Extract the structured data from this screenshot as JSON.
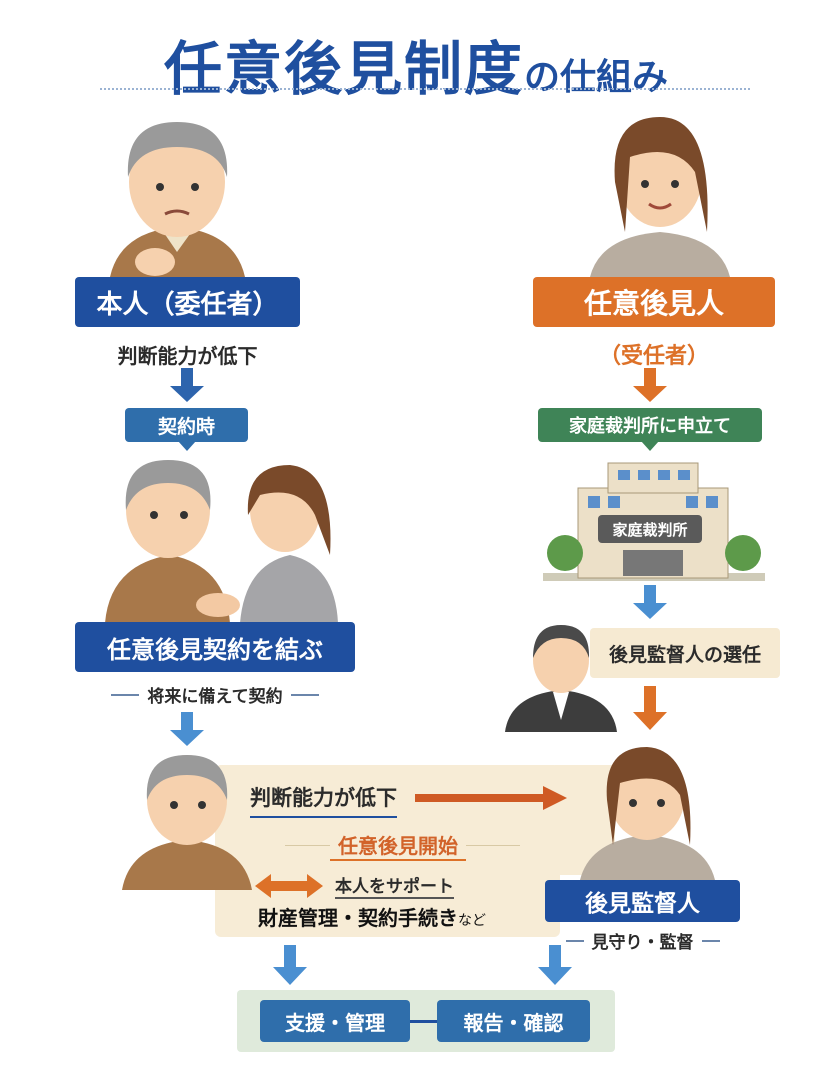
{
  "title": {
    "main": "任意後見制度",
    "suffix": "の仕組み"
  },
  "left": {
    "principal_label": "本人（委任者）",
    "decline_text": "判断能力が低下",
    "contract_time": "契約時",
    "contract_label": "任意後見契約を結ぶ",
    "contract_note": "将来に備えて契約"
  },
  "right": {
    "guardian_label": "任意後見人",
    "guardian_role": "（受任者）",
    "petition": "家庭裁判所に申立て",
    "court_sign": "家庭裁判所",
    "supervisor_selection": "後見監督人の選任"
  },
  "bottom": {
    "decline_text": "判断能力が低下",
    "start_label": "任意後見開始",
    "support_label": "本人をサポート",
    "support_detail": "財産管理・契約手続き",
    "support_suffix": "など",
    "supervisor_label": "後見監督人",
    "supervisor_note": "見守り・監督",
    "result_left": "支援・管理",
    "result_right": "報告・確認"
  },
  "colors": {
    "blue": "#1f4f9f",
    "orange": "#dd7128",
    "green": "#3f8457",
    "arrow_blue": "#4a8fd1"
  }
}
